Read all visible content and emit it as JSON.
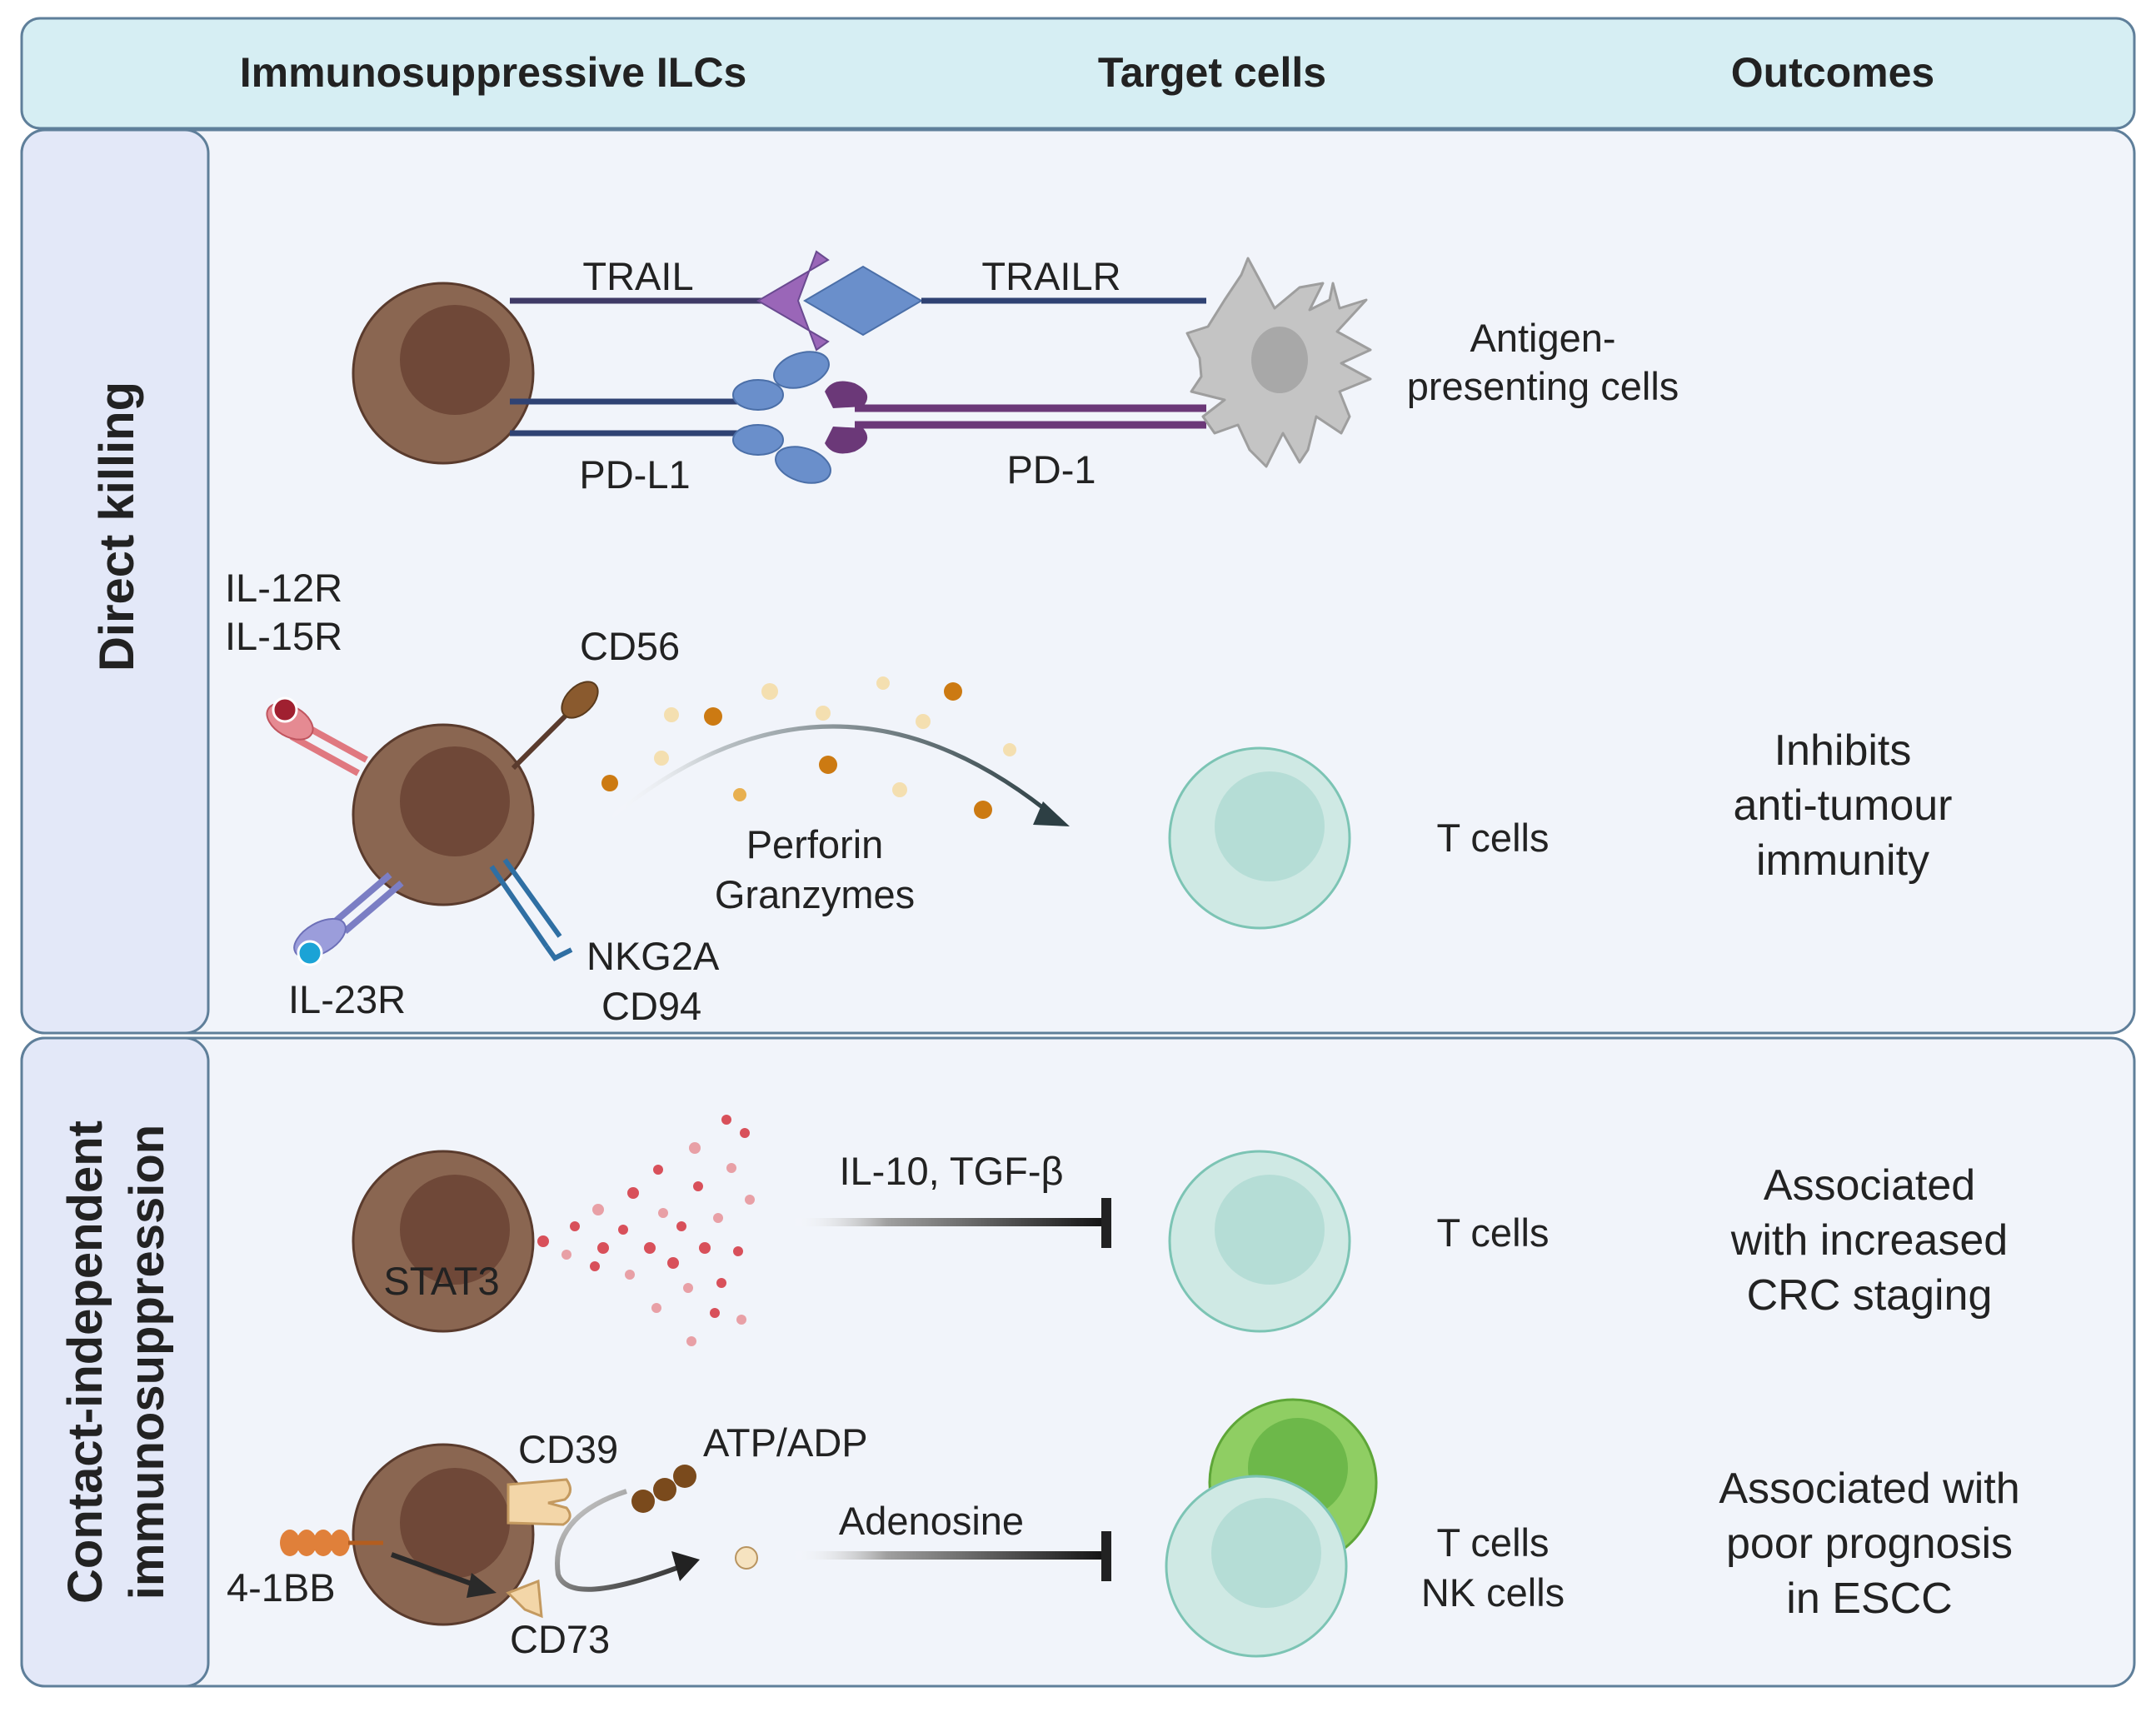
{
  "header": {
    "col1": "Immunosuppressive ILCs",
    "col2": "Target cells",
    "col3": "Outcomes"
  },
  "sections": {
    "direct": "Direct killing",
    "contact_line1": "Contact-independent",
    "contact_line2": "immunosuppression"
  },
  "row1": {
    "ligand1": "TRAIL",
    "receptor1": "TRAILR",
    "ligand2": "PD-L1",
    "receptor2": "PD-1",
    "target_line1": "Antigen-",
    "target_line2": "presenting cells"
  },
  "row2": {
    "receptor_a1": "IL-12R",
    "receptor_a2": "IL-15R",
    "receptor_b": "CD56",
    "receptor_c": "IL-23R",
    "receptor_d1": "NKG2A",
    "receptor_d2": "CD94",
    "mediator1": "Perforin",
    "mediator2": "Granzymes",
    "target": "T cells",
    "outcome_line1": "Inhibits",
    "outcome_line2": "anti-tumour",
    "outcome_line3": "immunity"
  },
  "row3": {
    "factor": "STAT3",
    "cytokines": "IL-10, TGF-β",
    "target": "T cells",
    "outcome_line1": "Associated",
    "outcome_line2": "with increased",
    "outcome_line3": "CRC staging"
  },
  "row4": {
    "receptor_a": "4-1BB",
    "enzyme1": "CD39",
    "enzyme2": "CD73",
    "substrate": "ATP/ADP",
    "product": "Adenosine",
    "target1": "T cells",
    "target2": "NK cells",
    "outcome_line1": "Associated with",
    "outcome_line2": "poor prognosis",
    "outcome_line3": "in ESCC"
  },
  "colors": {
    "header_bg": "#d6eef3",
    "panel_bg": "#f1f4fa",
    "side_bg": "#e3e8f8",
    "border": "#5f7f9a",
    "ilc_outer": "#8a6651",
    "ilc_inner": "#6f4838",
    "tcell": "#cfe9e4",
    "tcell_inner": "#b5ddd6",
    "nk_cell": "#8fce63",
    "apc": "#c4c4c4",
    "cytokine_dot": "#d8505a"
  }
}
